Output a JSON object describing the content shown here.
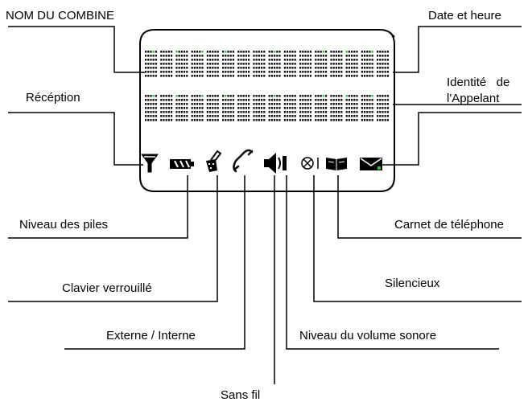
{
  "labels": {
    "nom_du_combine": "NOM DU COMBINE",
    "date_et_heure": "Date et heure",
    "identite_line1": "Identité   de",
    "identite_line2": "l'Appelant",
    "reception": "Récéption",
    "niveau_des_piles": "Niveau des piles",
    "carnet_de_telephone": "Carnet de téléphone",
    "clavier_verrouille": "Clavier verrouillé",
    "silencieux": "Silencieux",
    "externe_interne": "Externe / Interne",
    "niveau_du_volume": "Niveau du volume sonore",
    "sans_fil": "Sans fil"
  },
  "icons": [
    "antenna-icon",
    "battery-icon",
    "keypad-lock-icon",
    "handset-icon",
    "speaker-icon",
    "mute-icon",
    "phonebook-icon",
    "message-icon"
  ],
  "colors": {
    "accent_pixel": "#2fbf3f",
    "line": "#000000"
  }
}
